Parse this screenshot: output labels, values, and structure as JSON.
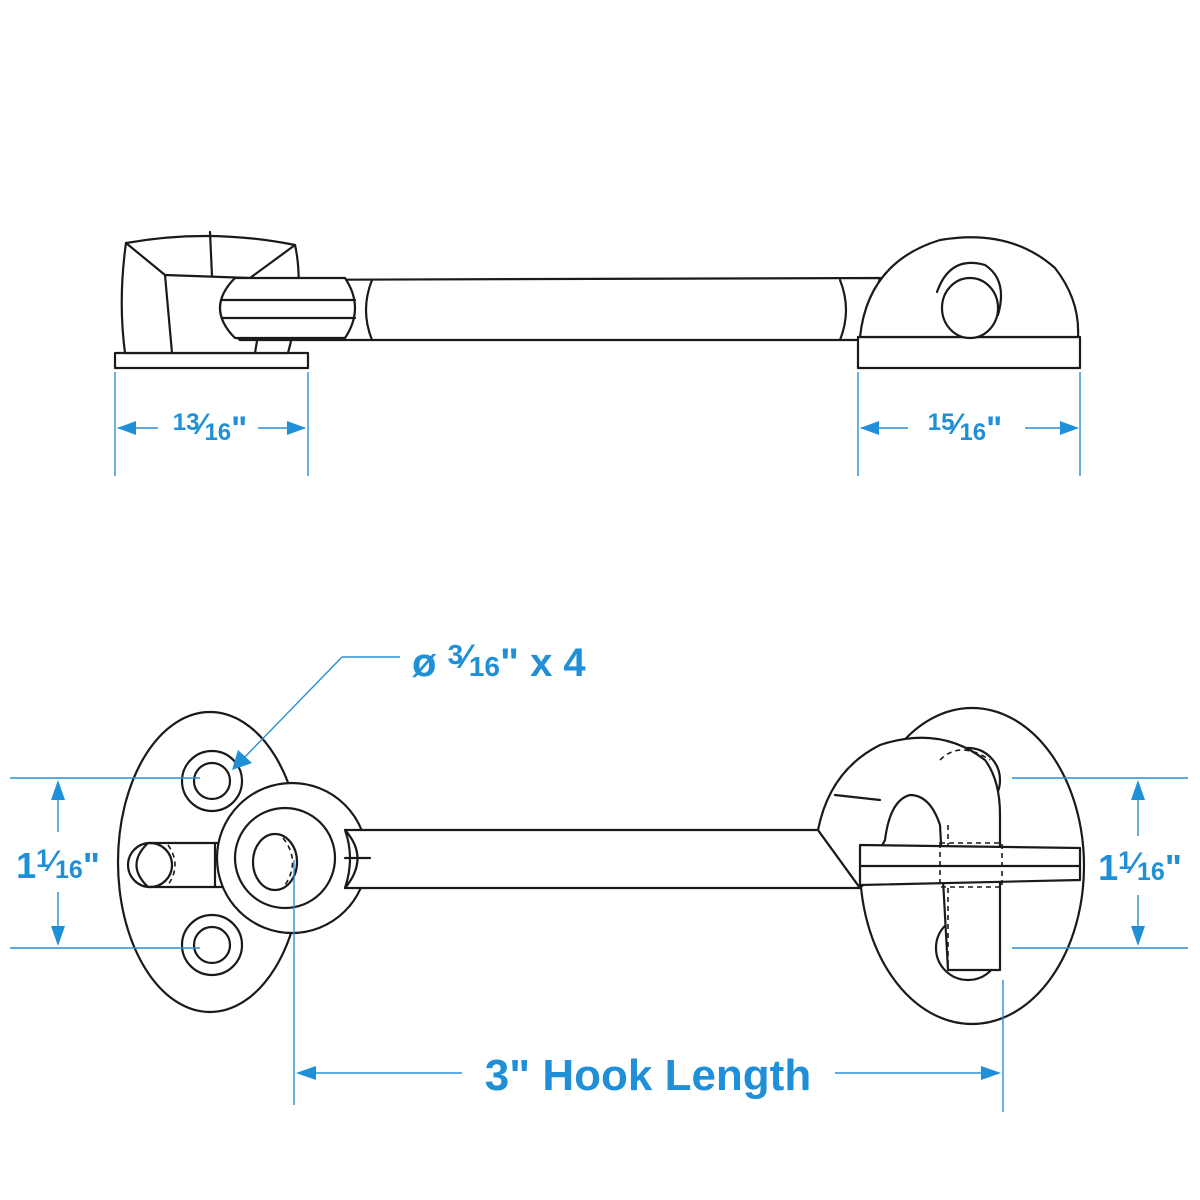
{
  "colors": {
    "dimension": "#1f8fd8",
    "outline": "#1a1a1a",
    "background": "#ffffff"
  },
  "side_view": {
    "left_base_width": {
      "whole": "",
      "num": "13",
      "den": "16",
      "unit": "\""
    },
    "right_base_width": {
      "whole": "",
      "num": "15",
      "den": "16",
      "unit": "\""
    }
  },
  "top_view": {
    "hole_callout": {
      "symbol": "ø",
      "num": "3",
      "den": "16",
      "unit": "\"",
      "suffix": " x 4"
    },
    "left_hole_spacing": {
      "whole": "1",
      "num": "1",
      "den": "16",
      "unit": "\""
    },
    "right_hole_spacing": {
      "whole": "1",
      "num": "1",
      "den": "16",
      "unit": "\""
    },
    "hook_length_label": "3\" Hook Length"
  }
}
